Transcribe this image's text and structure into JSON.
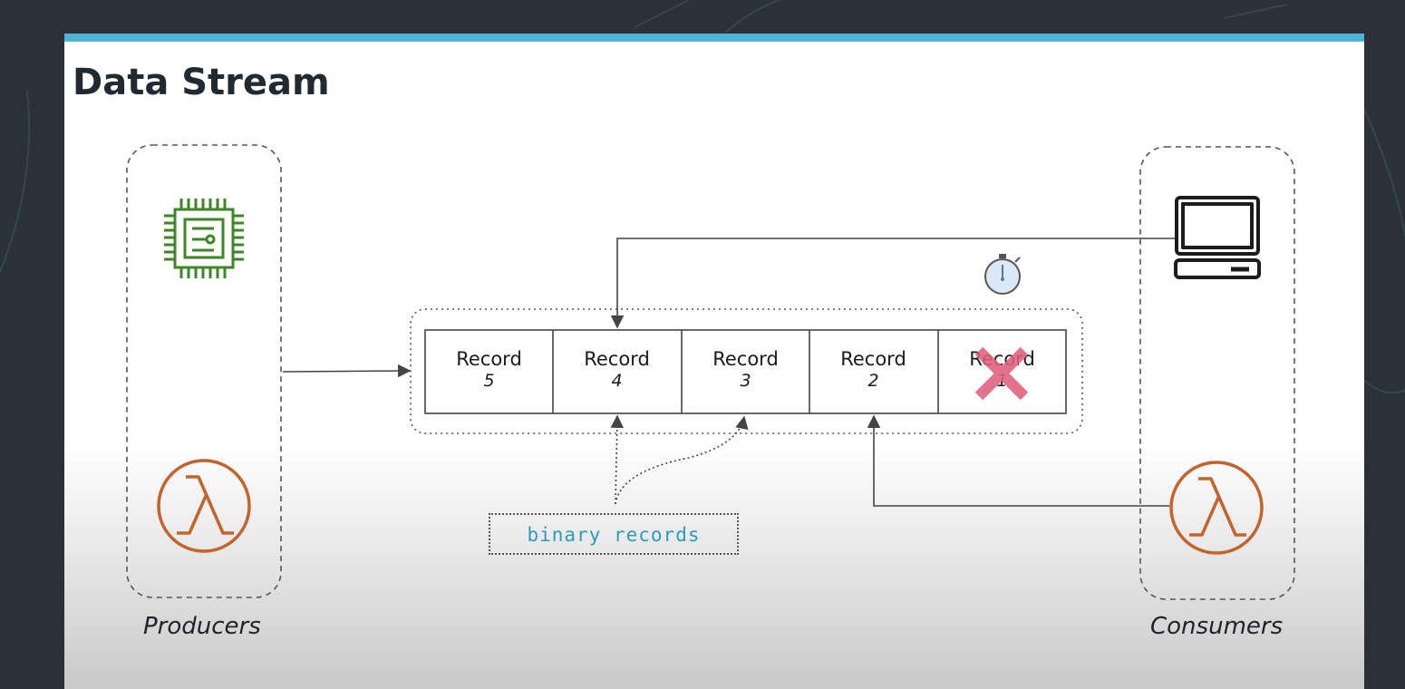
{
  "slide": {
    "title": "Data Stream",
    "accent_color": "#4fb3d6"
  },
  "producers": {
    "label": "Producers",
    "icons": [
      "chip-icon",
      "lambda-icon"
    ]
  },
  "consumers": {
    "label": "Consumers",
    "icons": [
      "laptop-icon",
      "lambda-icon"
    ]
  },
  "stream": {
    "records": [
      {
        "label": "Record",
        "number": "5"
      },
      {
        "label": "Record",
        "number": "4"
      },
      {
        "label": "Record",
        "number": "3"
      },
      {
        "label": "Record",
        "number": "2"
      },
      {
        "label": "Record",
        "number": "1",
        "expired": true
      }
    ],
    "timer_icon": "stopwatch-icon",
    "expired_marker": "x-mark-icon",
    "expired_color": "#e0607e"
  },
  "binary_label": "binary records",
  "colors": {
    "chip": "#3f8624",
    "lambda": "#c2642c",
    "binary_text": "#2e9bb8"
  }
}
